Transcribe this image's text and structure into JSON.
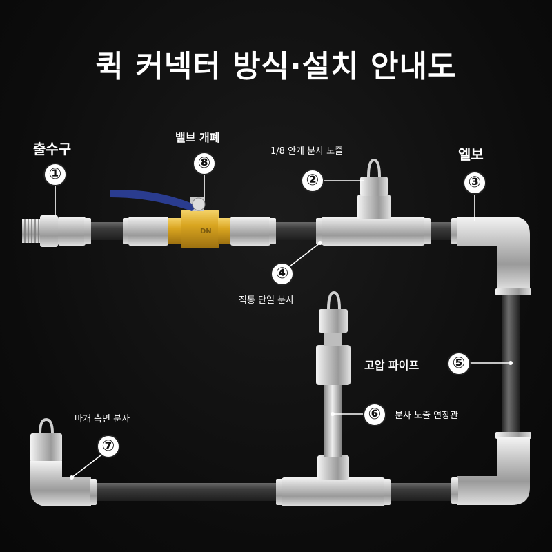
{
  "title": "퀵 커넥터 방식·설치 안내도",
  "labels": {
    "outlet": "출수구",
    "valve": "밸브 개폐",
    "mist_nozzle": "1/8 안개 분사 노즐",
    "elbow": "엘보",
    "straight_single": "직통 단일 분사",
    "pipe": "고압 파이프",
    "extension": "분사 노즐 연장관",
    "end_side": "마개 측면 분사"
  },
  "numbers": {
    "n1": "①",
    "n2": "②",
    "n3": "③",
    "n4": "④",
    "n5": "⑤",
    "n6": "⑥",
    "n7": "⑦",
    "n8": "⑧"
  },
  "valve_marking": "DN",
  "colors": {
    "background": "#0d0d0d",
    "pipe": "#3a3a3a",
    "steel": "#d8d8d8",
    "brass": "#d9a520",
    "handle": "#2a3c8f",
    "label": "#ffffff"
  }
}
